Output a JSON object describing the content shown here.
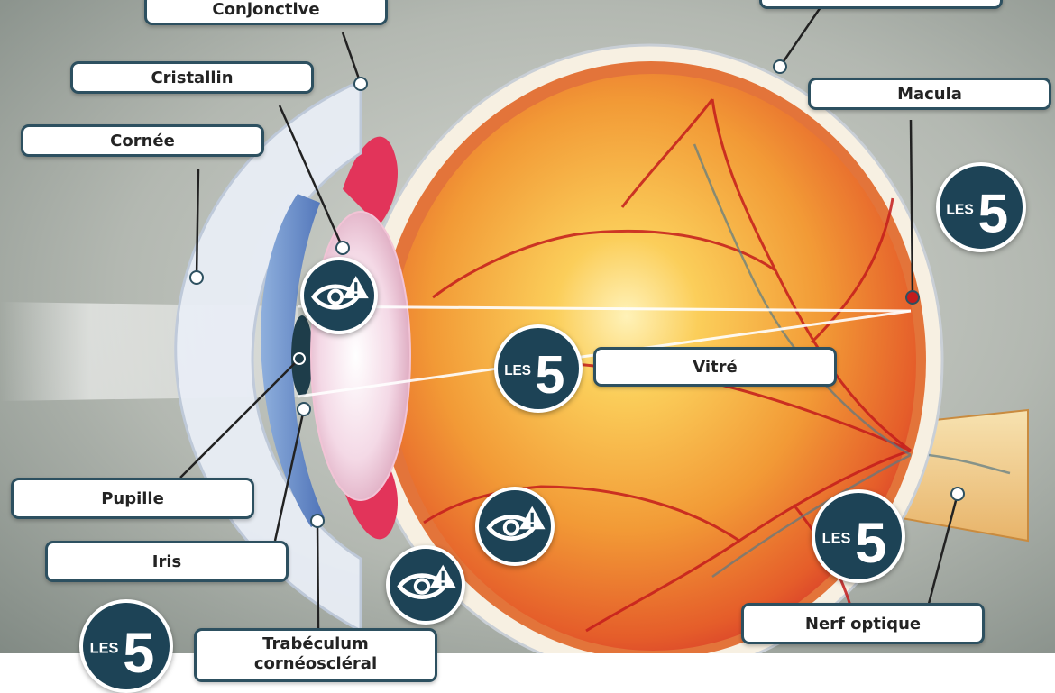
{
  "labels": {
    "conjonctive": "Conjonctive",
    "cristallin": "Cristallin",
    "cornee": "Cornée",
    "macula": "Macula",
    "vitre": "Vitré",
    "pupille": "Pupille",
    "iris": "Iris",
    "trabeculum_line1": "Trabéculum",
    "trabeculum_line2": "cornéoscléral",
    "nerf_optique": "Nerf optique"
  },
  "badges": {
    "les5_prefix": "LES",
    "les5_number": "5"
  },
  "icons": {
    "warning_eye": "eye-warning-icon",
    "les5": "les5-logo-icon"
  },
  "colors": {
    "label_border": "#2d5060",
    "badge_bg": "#1d4356",
    "background": "#9aa39d",
    "retina": "#e8402d",
    "vitreous": "#f6b13a",
    "sclera": "#f7f0e2"
  }
}
